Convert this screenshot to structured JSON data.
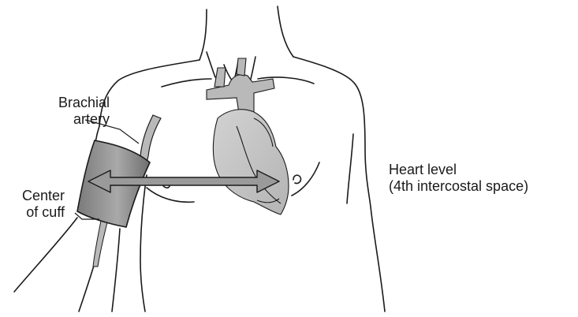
{
  "labels": {
    "brachial_artery": {
      "line1": "Brachial",
      "line2": "artery"
    },
    "center_of_cuff": {
      "line1": "Center",
      "line2": "of cuff"
    },
    "heart_level": {
      "line1": "Heart level",
      "line2": "(4th intercostal space)"
    }
  },
  "colors": {
    "outline": "#1a1a1a",
    "heart_fill": "#c8c8c8",
    "vessel_fill": "#b9b9b9",
    "cuff_fill": "#8a8a8a",
    "arrow_fill": "#9a9a9a"
  },
  "icons": {
    "arrow": "double-headed-arrow",
    "heart": "heart-illustration"
  }
}
